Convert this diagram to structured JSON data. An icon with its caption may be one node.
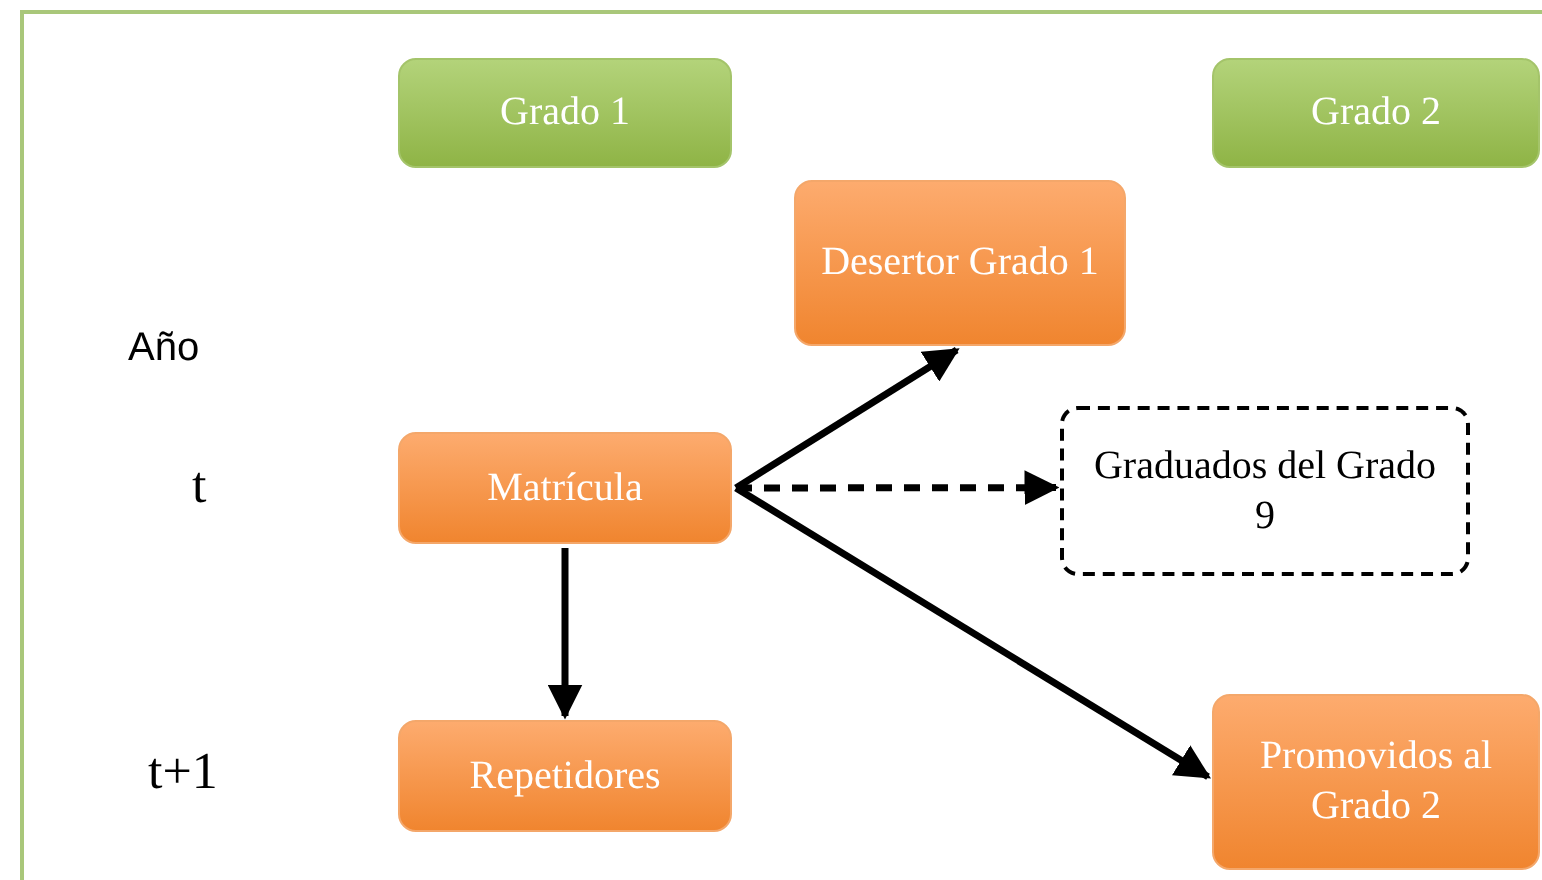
{
  "diagram": {
    "nodes": [
      {
        "text": [
          "Grado 1"
        ]
      },
      {
        "text": [
          "Grado 2"
        ]
      },
      {
        "text": [
          "Desertor Grado 1"
        ]
      },
      {
        "text": [
          "Graduados del Grado 9"
        ]
      },
      {
        "text": [
          "Matrícula"
        ]
      },
      {
        "text": [
          "Repetidores"
        ]
      },
      {
        "text": [
          "Promovidos al Grado 2"
        ]
      }
    ],
    "edges": [
      {
        "from": 4,
        "to": 2,
        "arrow": "to"
      },
      {
        "from": 4,
        "to": 3,
        "arrow": "to",
        "style": "dashed"
      },
      {
        "from": 4,
        "to": 6,
        "arrow": "to"
      },
      {
        "from": 4,
        "to": 5,
        "arrow": "to"
      }
    ],
    "labels": [
      "Año",
      "t",
      "t+1"
    ]
  }
}
